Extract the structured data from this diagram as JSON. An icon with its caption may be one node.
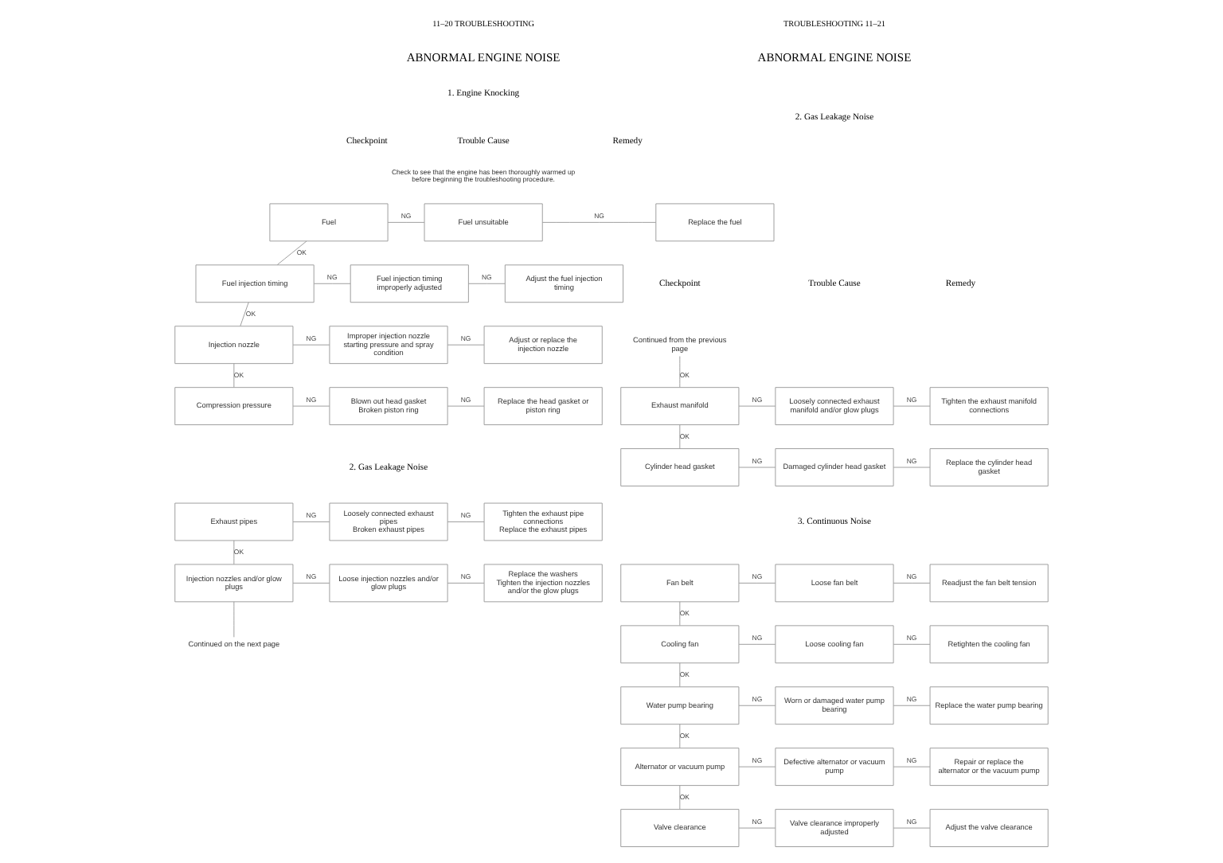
{
  "diagram": {
    "nodes": [
      {
        "text": [
          "Fuel"
        ]
      },
      {
        "text": [
          "Fuel unsuitable"
        ]
      },
      {
        "text": [
          "Replace the fuel"
        ]
      },
      {
        "text": [
          "Fuel injection timing"
        ]
      },
      {
        "text": [
          "Fuel injection timing improperly adjusted"
        ]
      },
      {
        "text": [
          "Adjust the fuel injection timing"
        ]
      },
      {
        "text": [
          "Injection nozzle"
        ]
      },
      {
        "text": [
          "Improper injection nozzle starting pressure and spray condition"
        ]
      },
      {
        "text": [
          "Adjust or replace the injection nozzle"
        ]
      },
      {
        "text": [
          "Compression pressure"
        ]
      },
      {
        "text": [
          "Blown out head gasket",
          "Broken piston ring"
        ]
      },
      {
        "text": [
          "Replace the head gasket or piston ring"
        ]
      },
      {
        "text": [
          "Exhaust pipes"
        ]
      },
      {
        "text": [
          "Loosely connected exhaust pipes",
          "Broken exhaust pipes"
        ]
      },
      {
        "text": [
          "Tighten the exhaust pipe connections",
          "Replace the exhaust pipes"
        ]
      },
      {
        "text": [
          "Injection nozzles and/or glow plugs"
        ]
      },
      {
        "text": [
          "Loose injection nozzles and/or glow plugs"
        ]
      },
      {
        "text": [
          "Replace the washers",
          "Tighten the injection nozzles and/or the glow plugs"
        ]
      },
      {
        "text": [
          "Continued on the next page"
        ]
      },
      {
        "text": [
          "Continued from the previous page"
        ]
      },
      {
        "text": [
          "Exhaust manifold"
        ]
      },
      {
        "text": [
          "Loosely connected exhaust manifold and/or glow plugs"
        ]
      },
      {
        "text": [
          "Tighten the exhaust manifold connections"
        ]
      },
      {
        "text": [
          "Cylinder head gasket"
        ]
      },
      {
        "text": [
          "Damaged cylinder head gasket"
        ]
      },
      {
        "text": [
          "Replace the cylinder head gasket"
        ]
      },
      {
        "text": [
          "Fan belt"
        ]
      },
      {
        "text": [
          "Loose fan belt"
        ]
      },
      {
        "text": [
          "Readjust the fan belt tension"
        ]
      },
      {
        "text": [
          "Cooling fan"
        ]
      },
      {
        "text": [
          "Loose cooling fan"
        ]
      },
      {
        "text": [
          "Retighten the cooling fan"
        ]
      },
      {
        "text": [
          "Water pump bearing"
        ]
      },
      {
        "text": [
          "Worn or damaged water pump bearing"
        ]
      },
      {
        "text": [
          "Replace the water pump bearing"
        ]
      },
      {
        "text": [
          "Alternator or vacuum pump"
        ]
      },
      {
        "text": [
          "Defective alternator or vacuum pump"
        ]
      },
      {
        "text": [
          "Repair or replace the alternator or the vacuum pump"
        ]
      },
      {
        "text": [
          "Valve clearance"
        ]
      },
      {
        "text": [
          "Valve clearance improperly adjusted"
        ]
      },
      {
        "text": [
          "Adjust the valve clearance"
        ]
      }
    ],
    "edges": [
      {
        "from": 0,
        "to": 1,
        "arrow": "none",
        "label": "NG"
      },
      {
        "from": 1,
        "to": 2,
        "arrow": "none",
        "label": "NG"
      },
      {
        "from": 0,
        "to": 3,
        "arrow": "none",
        "label": "OK"
      },
      {
        "from": 3,
        "to": 4,
        "arrow": "none",
        "label": "NG"
      },
      {
        "from": 4,
        "to": 5,
        "arrow": "none",
        "label": "NG"
      },
      {
        "from": 3,
        "to": 6,
        "arrow": "none",
        "label": "OK"
      },
      {
        "from": 6,
        "to": 7,
        "arrow": "none",
        "label": "NG"
      },
      {
        "from": 7,
        "to": 8,
        "arrow": "none",
        "label": "NG"
      },
      {
        "from": 6,
        "to": 9,
        "arrow": "none",
        "label": "OK"
      },
      {
        "from": 9,
        "to": 10,
        "arrow": "none",
        "label": "NG"
      },
      {
        "from": 10,
        "to": 11,
        "arrow": "none",
        "label": "NG"
      },
      {
        "from": 12,
        "to": 13,
        "arrow": "none",
        "label": "NG"
      },
      {
        "from": 13,
        "to": 14,
        "arrow": "none",
        "label": "NG"
      },
      {
        "from": 12,
        "to": 15,
        "arrow": "none",
        "label": "OK"
      },
      {
        "from": 15,
        "to": 16,
        "arrow": "none",
        "label": "NG"
      },
      {
        "from": 16,
        "to": 17,
        "arrow": "none",
        "label": "NG"
      },
      {
        "from": 15,
        "to": 18,
        "arrow": "none"
      },
      {
        "from": 19,
        "to": 20,
        "arrow": "none",
        "label": "OK"
      },
      {
        "from": 20,
        "to": 21,
        "arrow": "none",
        "label": "NG"
      },
      {
        "from": 21,
        "to": 22,
        "arrow": "none",
        "label": "NG"
      },
      {
        "from": 20,
        "to": 23,
        "arrow": "none",
        "label": "OK"
      },
      {
        "from": 23,
        "to": 24,
        "arrow": "none",
        "label": "NG"
      },
      {
        "from": 24,
        "to": 25,
        "arrow": "none",
        "label": "NG"
      },
      {
        "from": 26,
        "to": 27,
        "arrow": "none",
        "label": "NG"
      },
      {
        "from": 27,
        "to": 28,
        "arrow": "none",
        "label": "NG"
      },
      {
        "from": 26,
        "to": 29,
        "arrow": "none",
        "label": "OK"
      },
      {
        "from": 29,
        "to": 30,
        "arrow": "none",
        "label": "NG"
      },
      {
        "from": 30,
        "to": 31,
        "arrow": "none",
        "label": "NG"
      },
      {
        "from": 29,
        "to": 32,
        "arrow": "none",
        "label": "OK"
      },
      {
        "from": 32,
        "to": 33,
        "arrow": "none",
        "label": "NG"
      },
      {
        "from": 33,
        "to": 34,
        "arrow": "none",
        "label": "NG"
      },
      {
        "from": 32,
        "to": 35,
        "arrow": "none",
        "label": "OK"
      },
      {
        "from": 35,
        "to": 36,
        "arrow": "none",
        "label": "NG"
      },
      {
        "from": 36,
        "to": 37,
        "arrow": "none",
        "label": "NG"
      },
      {
        "from": 35,
        "to": 38,
        "arrow": "none",
        "label": "OK"
      },
      {
        "from": 38,
        "to": 39,
        "arrow": "none",
        "label": "NG"
      },
      {
        "from": 39,
        "to": 40,
        "arrow": "none",
        "label": "NG"
      }
    ],
    "labels": [
      "11–20 TROUBLESHOOTING",
      "ABNORMAL ENGINE NOISE",
      "1. Engine Knocking",
      "Checkpoint",
      "Trouble Cause",
      "Remedy",
      "Check to see that the engine has been thoroughly warmed up before beginning the troubleshooting procedure.",
      "2. Gas Leakage Noise",
      "TROUBLESHOOTING 11–21",
      "ABNORMAL ENGINE NOISE",
      "2. Gas Leakage Noise",
      "Checkpoint",
      "Trouble Cause",
      "Remedy",
      "3. Continuous Noise"
    ]
  }
}
